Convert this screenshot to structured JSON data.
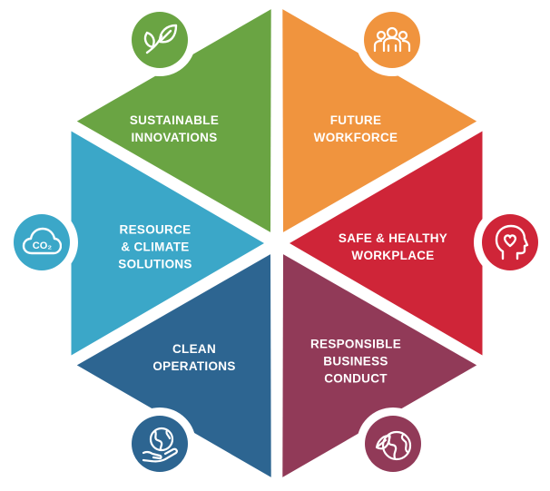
{
  "segments": [
    {
      "id": "sustainable-innovations",
      "lines": [
        "SUSTAINABLE",
        "INNOVATIONS"
      ],
      "color": "#6aa443",
      "icon": "leaves-icon"
    },
    {
      "id": "future-workforce",
      "lines": [
        "FUTURE",
        "WORKFORCE"
      ],
      "color": "#f0943e",
      "icon": "people-group-icon"
    },
    {
      "id": "safe-healthy-workplace",
      "lines": [
        "SAFE & HEALTHY",
        "WORKPLACE"
      ],
      "color": "#cf2538",
      "icon": "head-heart-icon"
    },
    {
      "id": "responsible-business-conduct",
      "lines": [
        "RESPONSIBLE",
        "BUSINESS",
        "CONDUCT"
      ],
      "color": "#913a58",
      "icon": "globe-leaf-icon"
    },
    {
      "id": "clean-operations",
      "lines": [
        "CLEAN",
        "OPERATIONS"
      ],
      "color": "#2d6591",
      "icon": "hand-globe-icon"
    },
    {
      "id": "resource-climate-solutions",
      "lines": [
        "RESOURCE",
        "& CLIMATE",
        "SOLUTIONS"
      ],
      "color": "#3ba7c8",
      "icon": "co2-cloud-icon"
    }
  ],
  "co2_text": "CO₂"
}
